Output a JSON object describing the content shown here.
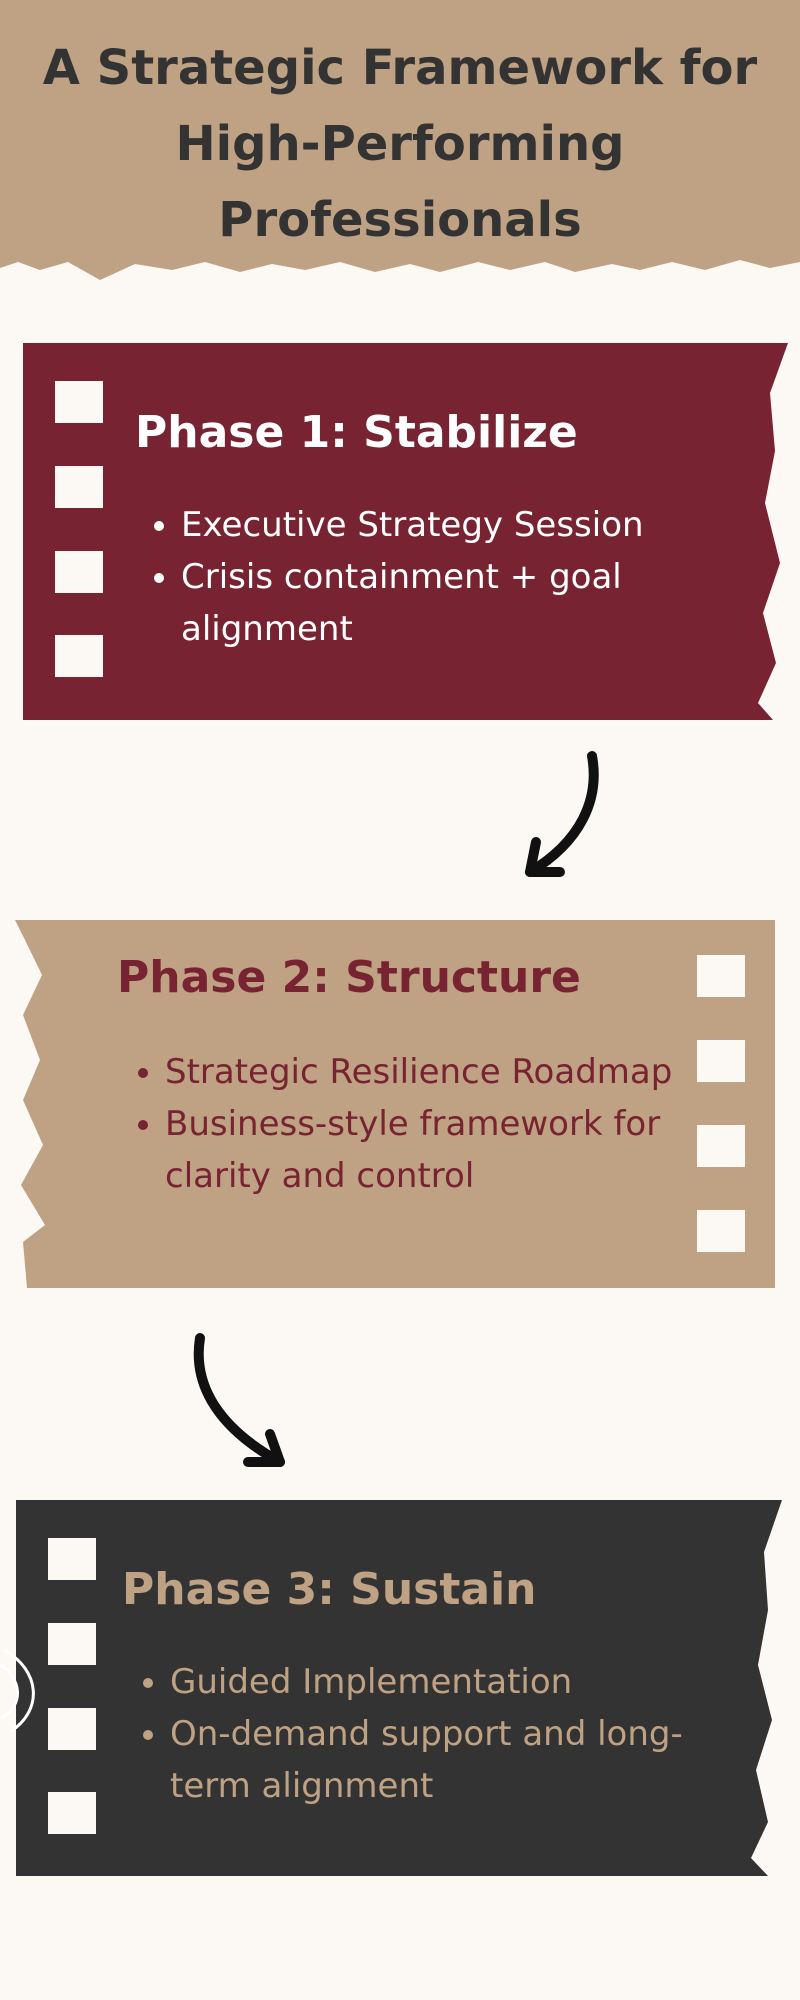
{
  "header": {
    "title": "A Strategic Framework for\nHigh-Performing\nProfessionals"
  },
  "phases": [
    {
      "title": "Phase 1: Stabilize",
      "bullets": [
        "Executive Strategy Session",
        "Crisis containment + goal alignment"
      ]
    },
    {
      "title": "Phase 2: Structure",
      "bullets": [
        "Strategic Resilience Roadmap",
        "Business-style framework for clarity and control"
      ]
    },
    {
      "title": "Phase 3: Sustain",
      "bullets": [
        "Guided Implementation",
        "On-demand support and long-term alignment"
      ]
    }
  ],
  "icons": {
    "arrow1": "curved-arrow-down-left-icon",
    "arrow2": "curved-arrow-down-right-icon",
    "checkbox": "checkbox-square-icon"
  },
  "colors": {
    "background": "#fcf8f4",
    "tan": "#bfa283",
    "burgundy": "#772332",
    "charcoal": "#333333",
    "white": "#ffffff"
  }
}
